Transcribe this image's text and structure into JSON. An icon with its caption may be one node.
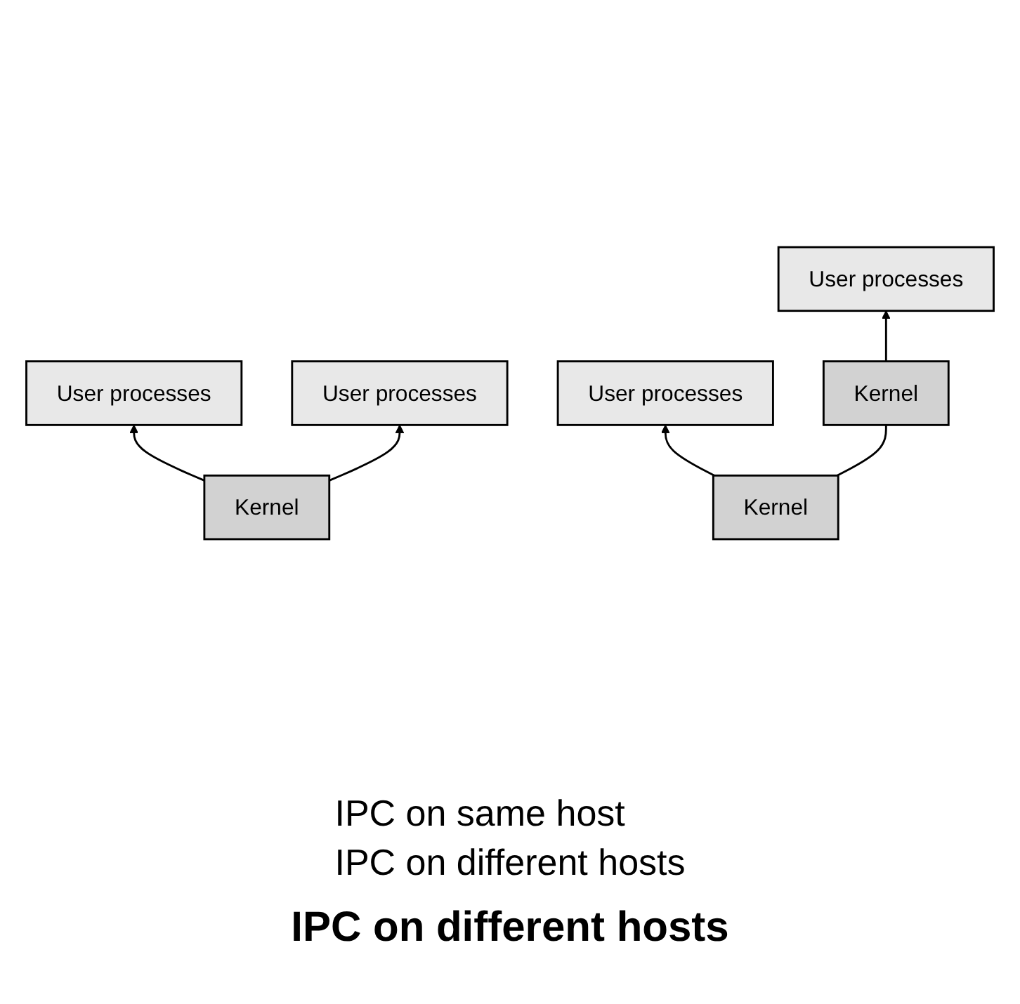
{
  "diagram": {
    "caption": "IPC on different hosts",
    "nodes": [
      {
        "text": [
          "User processes"
        ]
      },
      {
        "text": [
          "User processes"
        ]
      },
      {
        "text": [
          "Kernel"
        ]
      },
      {
        "text": [
          "User processes"
        ]
      },
      {
        "text": [
          "User processes"
        ]
      },
      {
        "text": [
          "Kernel"
        ]
      },
      {
        "text": [
          "Kernel"
        ]
      }
    ],
    "edges": [
      {
        "from": 2,
        "to": 0,
        "arrow": "to"
      },
      {
        "from": 2,
        "to": 1,
        "arrow": "to"
      },
      {
        "from": 5,
        "to": 3,
        "arrow": "to"
      },
      {
        "from": 5,
        "to": 6,
        "arrow": "none"
      },
      {
        "from": 6,
        "to": 4,
        "arrow": "to"
      }
    ],
    "labels": [
      "IPC on same host",
      "IPC on different hosts"
    ]
  }
}
